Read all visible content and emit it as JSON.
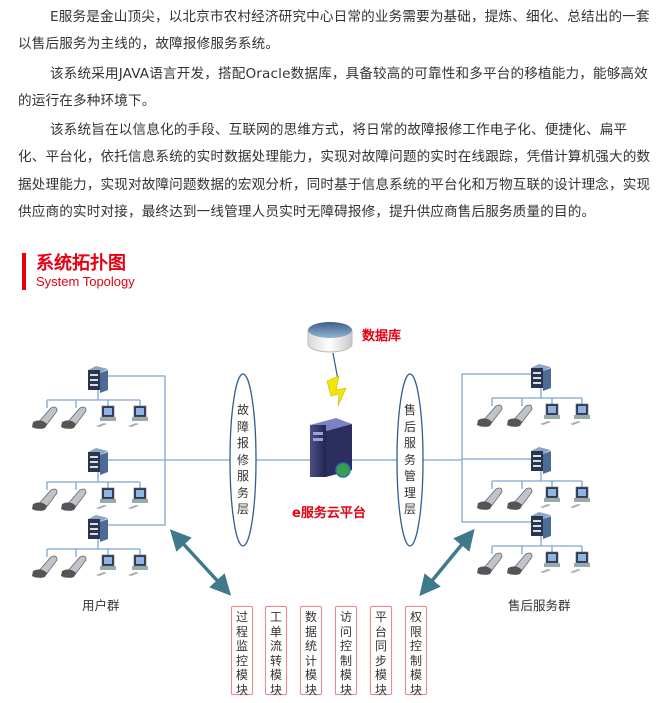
{
  "paragraphs": [
    "E服务是金山顶尖，以北京市农村经济研究中心日常的业务需要为基础，提炼、细化、总结出的一套以售后服务为主线的，故障报修服务系统。",
    "该系统采用JAVA语言开发，搭配Oracle数据库，具备较高的可靠性和多平台的移植能力，能够高效的运行在多种环境下。",
    "该系统旨在以信息化的手段、互联网的思维方式，将日常的故障报修工作电子化、便捷化、扁平化、平台化，依托信息系统的实时数据处理能力，实现对故障问题的实时在线跟踪，凭借计算机强大的数据处理能力，实现对故障问题数据的宏观分析，同时基于信息系统的平台化和万物互联的设计理念，实现供应商的实时对接，最终达到一线管理人员实时无障碍报修，提升供应商售后服务质量的目的。"
  ],
  "section": {
    "title": "系统拓扑图",
    "subtitle": "System Topology"
  },
  "diagram": {
    "database_label": "数据库",
    "platform_label": "e服务云平台",
    "left_layer": "故障报修服务层",
    "right_layer": "售后服务管理层",
    "left_group": "用户群",
    "right_group": "售后服务群",
    "modules": [
      "过程监控模块",
      "工单流转模块",
      "数据统计模块",
      "访问控制模块",
      "平台同步模块",
      "权限控制模块"
    ]
  },
  "colors": {
    "accent": "#e60012",
    "line": "#7fa6cc",
    "arrow": "#3f7a8c"
  }
}
